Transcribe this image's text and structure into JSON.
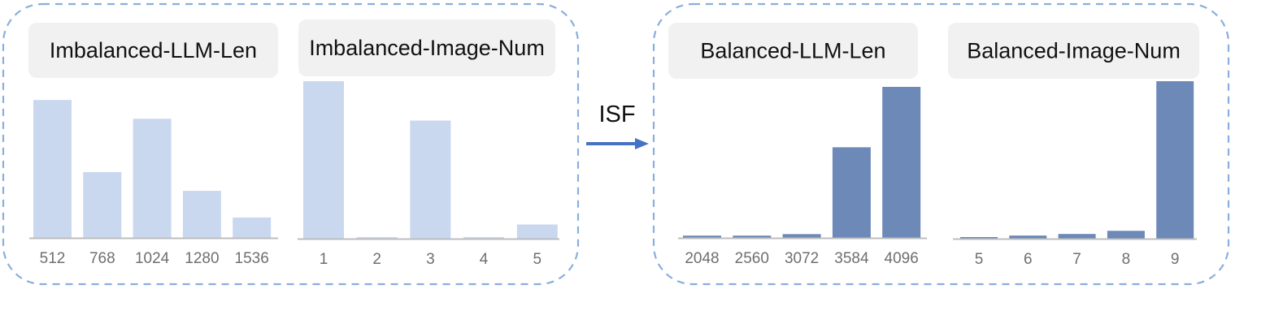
{
  "colors": {
    "imbalanced_bar": "#c9d8ee",
    "balanced_bar": "#6d89b8",
    "group_border": "#8aaedd",
    "title_box": "#f1f1f1",
    "axis": "#bdbdbd",
    "arrow": "#4472c4"
  },
  "arrow": {
    "label": "ISF"
  },
  "chart_data": [
    {
      "type": "bar",
      "title": "Imbalanced-LLM-Len",
      "categories": [
        "512",
        "768",
        "1024",
        "1280",
        "1536"
      ],
      "values": [
        0.88,
        0.42,
        0.76,
        0.3,
        0.13
      ],
      "ylim": [
        0,
        1
      ],
      "group": "left",
      "color_key": "imbalanced_bar"
    },
    {
      "type": "bar",
      "title": "Imbalanced-Image-Num",
      "categories": [
        "1",
        "2",
        "3",
        "4",
        "5"
      ],
      "values": [
        1.0,
        0.01,
        0.75,
        0.005,
        0.09
      ],
      "ylim": [
        0,
        1
      ],
      "group": "left",
      "color_key": "imbalanced_bar"
    },
    {
      "type": "bar",
      "title": "Balanced-LLM-Len",
      "categories": [
        "2048",
        "2560",
        "3072",
        "3584",
        "4096"
      ],
      "values": [
        0.015,
        0.015,
        0.025,
        0.6,
        1.0
      ],
      "ylim": [
        0,
        1
      ],
      "group": "right",
      "color_key": "balanced_bar"
    },
    {
      "type": "bar",
      "title": "Balanced-Image-Num",
      "categories": [
        "5",
        "6",
        "7",
        "8",
        "9"
      ],
      "values": [
        0.01,
        0.02,
        0.03,
        0.05,
        1.0
      ],
      "ylim": [
        0,
        1
      ],
      "group": "right",
      "color_key": "balanced_bar"
    }
  ]
}
